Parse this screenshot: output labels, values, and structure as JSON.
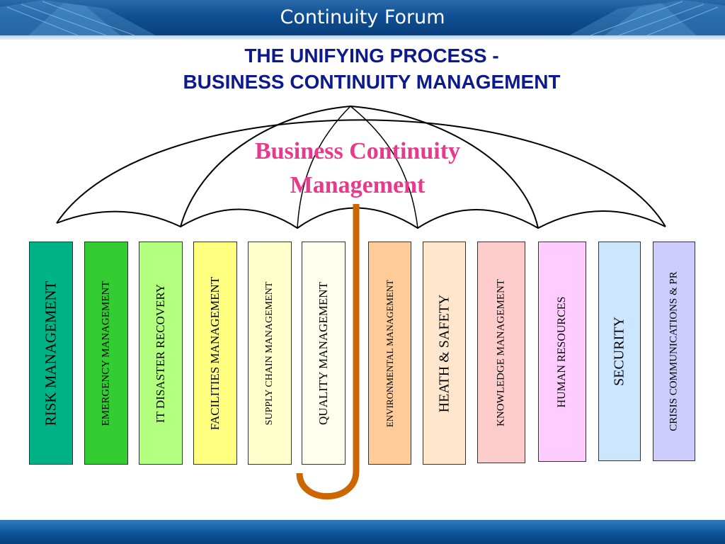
{
  "header": {
    "title": "Continuity Forum"
  },
  "slide": {
    "title_line1": "THE UNIFYING PROCESS -",
    "title_line2": "BUSINESS CONTINUITY MANAGEMENT",
    "umbrella_label_line1": "Business Continuity",
    "umbrella_label_line2": "Management"
  },
  "disciplines": [
    {
      "label": "RISK MANAGEMENT",
      "color": "#00b386"
    },
    {
      "label": "EMERGENCY MANAGEMENT",
      "color": "#33cc33"
    },
    {
      "label": "IT DISASTER RECOVERY",
      "color": "#b3ff80"
    },
    {
      "label": "FACILITIES MANAGEMENT",
      "color": "#ffff80"
    },
    {
      "label": "SUPPLY CHAIN MANAGEMENT",
      "color": "#ffffcc"
    },
    {
      "label": "QUALITY  MANAGEMENT",
      "color": "#ffffee"
    },
    {
      "label": "ENVIRONMENTAL MANAGEMENT",
      "color": "#ffcc99"
    },
    {
      "label": "HEATH & SAFETY",
      "color": "#ffe6cc"
    },
    {
      "label": "KNOWLEDGE MANAGEMENT",
      "color": "#ffcccc"
    },
    {
      "label": "HUMAN RESOURCES",
      "color": "#ffccff"
    },
    {
      "label": "SECURITY",
      "color": "#cce6ff"
    },
    {
      "label": "CRISIS COMMUNICATIONS & PR",
      "color": "#ccccff"
    }
  ],
  "colors": {
    "title": "#0d1a8c",
    "umbrella_label": "#e8398a",
    "handle": "#cc6600"
  }
}
